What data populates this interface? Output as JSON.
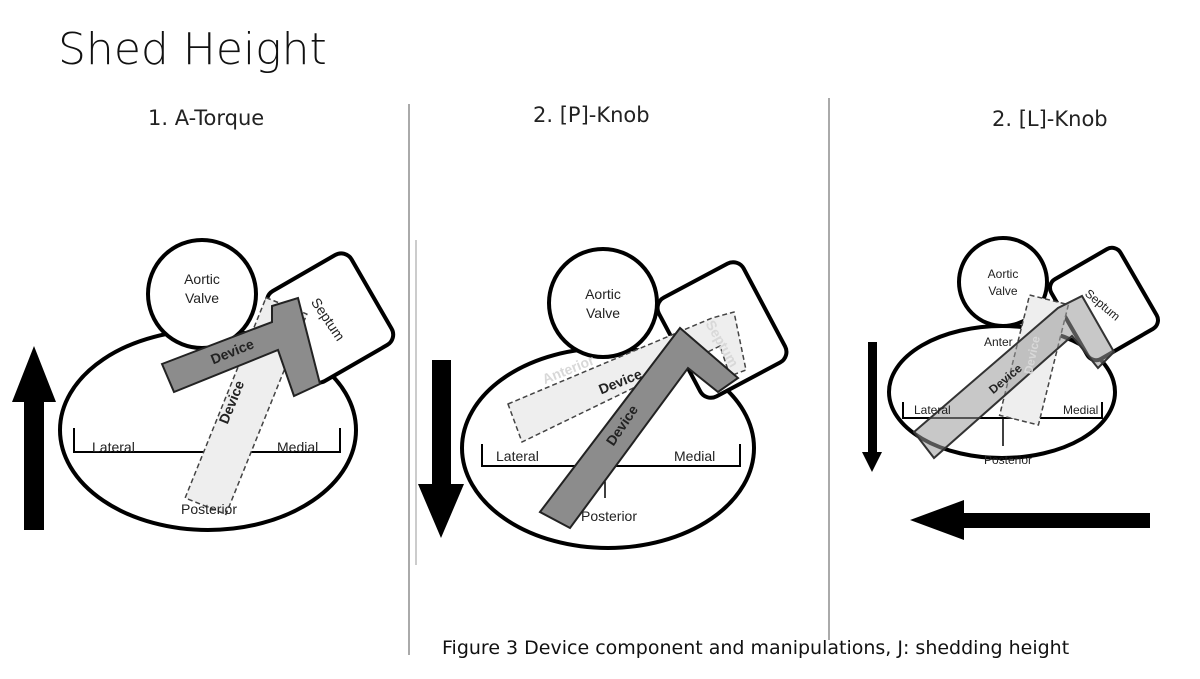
{
  "title": "Shed Height",
  "panels": [
    {
      "title": "1. A-Torque",
      "labels": {
        "aortic_line1": "Aortic",
        "aortic_line2": "Valve",
        "septum": "Septum",
        "device_a": "Device",
        "device_b": "Device",
        "lateral": "Lateral",
        "medial": "Medial",
        "posterior": "Posterior"
      }
    },
    {
      "title": "2. [P]-Knob",
      "labels": {
        "aortic_line1": "Aortic",
        "aortic_line2": "Valve",
        "septum": "Septum",
        "device_a": "Device",
        "device_b": "Device",
        "anterior": "Anterior",
        "lateral": "Lateral",
        "medial": "Medial",
        "posterior": "Posterior"
      }
    },
    {
      "title": "2. [L]-Knob",
      "labels": {
        "aortic_line1": "Aortic",
        "aortic_line2": "Valve",
        "septum": "Septum",
        "device_a": "Device",
        "device_b": "Device",
        "anterior": "Anter",
        "lateral": "Lateral",
        "medial": "Medial",
        "posterior": "Posterior"
      }
    }
  ],
  "caption": "Figure 3 Device component and manipulations, J: shedding height",
  "colors": {
    "device_dark": "#8c8c8c",
    "device_light": "#e6e6e6",
    "outline": "#000000"
  }
}
